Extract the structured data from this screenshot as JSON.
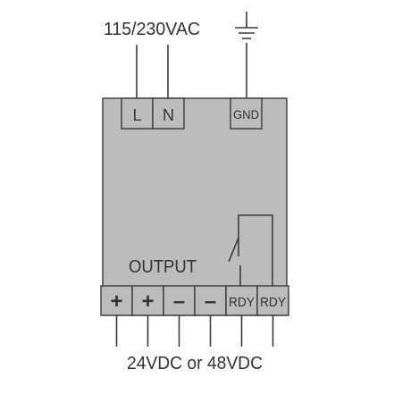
{
  "supply_label": "115/230VAC",
  "output_label": "OUTPUT",
  "voltage_label": "24VDC or 48VDC",
  "input_terminals": {
    "line": "L",
    "neutral": "N",
    "ground": "GND"
  },
  "output_terminals": [
    {
      "id": "plus1",
      "label": "+"
    },
    {
      "id": "plus2",
      "label": "+"
    },
    {
      "id": "minus1",
      "label": "–"
    },
    {
      "id": "minus2",
      "label": "–"
    },
    {
      "id": "rdy1",
      "label": "RDY"
    },
    {
      "id": "rdy2",
      "label": "RDY"
    }
  ],
  "icons": {
    "ground": "ground-symbol-icon",
    "relay": "relay-contact-icon"
  },
  "colors": {
    "module_fill": "#bcbcbc",
    "stroke": "#3a3a3a",
    "text": "#333333"
  }
}
